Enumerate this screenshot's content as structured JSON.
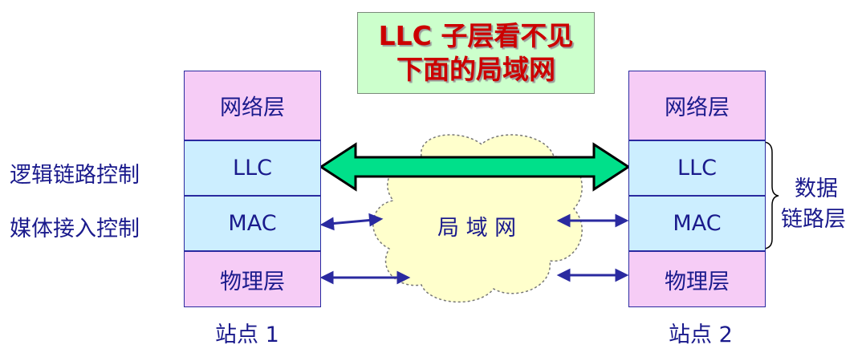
{
  "callout": {
    "line1": "LLC 子层看不见",
    "line2": "下面的局域网"
  },
  "station1": {
    "layers": [
      "网络层",
      "LLC",
      "MAC",
      "物理层"
    ],
    "label": "站点 1"
  },
  "station2": {
    "layers": [
      "网络层",
      "LLC",
      "MAC",
      "物理层"
    ],
    "label": "站点 2"
  },
  "left_labels": {
    "llc": "逻辑链路控制",
    "mac": "媒体接入控制"
  },
  "right_labels": {
    "line1": "数据",
    "line2": "链路层"
  },
  "cloud_label": "局 域 网",
  "colors": {
    "callout_bg": "#ccffcc",
    "callout_text": "#cc0000",
    "layer_pink": "#f6ccf6",
    "layer_blue": "#cceeff",
    "cloud_fill": "#ffffcc",
    "big_arrow": "#00e08a",
    "text": "#1a1a8c"
  }
}
